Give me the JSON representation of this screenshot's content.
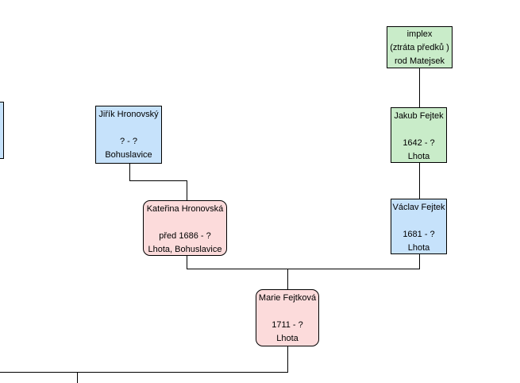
{
  "diagram": {
    "type": "family-tree",
    "background": "#ffffff",
    "colors": {
      "male_box_fill": "#c6e2fb",
      "female_box_fill": "#fcdbdb",
      "implex_box_fill": "#c9ecc9",
      "box_border": "#000000",
      "connector_line": "#000000",
      "text": "#000000"
    },
    "nodes": {
      "implex": {
        "line1": "implex",
        "line2": "(ztráta předků )",
        "line3": "rod Matejsek"
      },
      "jirik_hronovsky": {
        "name": "Jiřík Hronovský",
        "dates": "? - ?",
        "place": "Bohuslavice"
      },
      "jakub_fejtek": {
        "name": "Jakub Fejtek",
        "dates": "1642 - ?",
        "place": "Lhota"
      },
      "vaclav_fejtek": {
        "name": "Václav Fejtek",
        "dates": "1681 - ?",
        "place": "Lhota"
      },
      "katerina_hronovska": {
        "name": "Kateřina Hronovská",
        "dates": "před 1686 - ?",
        "place": "Lhota, Bohuslavice"
      },
      "marie_fejtkova": {
        "name": "Marie Fejtková",
        "dates": "1711 - ?",
        "place": "Lhota"
      }
    }
  }
}
